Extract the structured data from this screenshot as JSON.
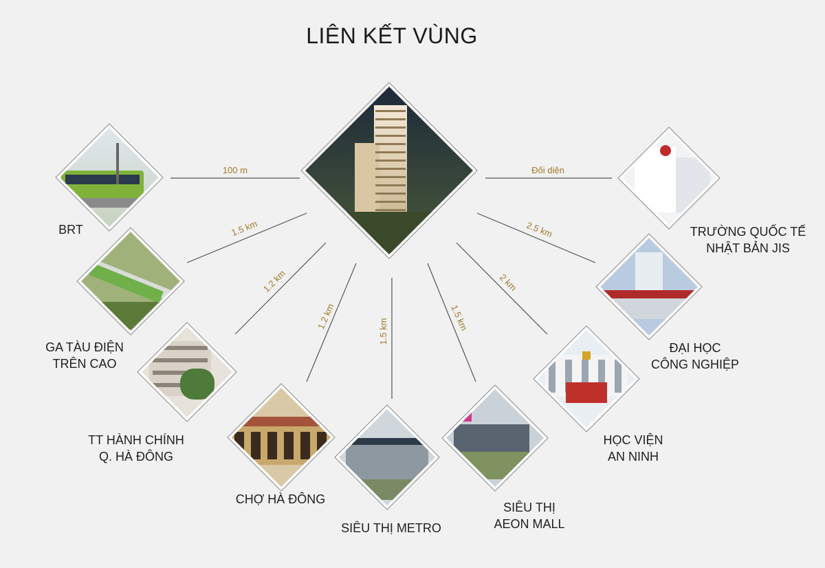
{
  "title": "LIÊN KẾT VÙNG",
  "colors": {
    "line": "#555555",
    "distance_text": "#a07a2c",
    "frame": "#ffffff"
  },
  "center": {
    "name": "project-tower",
    "icon": "tower-icon"
  },
  "places": [
    {
      "id": "brt",
      "lines": [
        "BRT"
      ],
      "distance": "100 m",
      "icon": "bus-icon"
    },
    {
      "id": "ga-tau-dien",
      "lines": [
        "GA TÀU ĐIỆN",
        "TRÊN CAO"
      ],
      "distance": "1.5 km",
      "icon": "train-icon"
    },
    {
      "id": "tt-hanh-chinh",
      "lines": [
        "TT HÀNH CHÍNH",
        "Q. HÀ ĐÔNG"
      ],
      "distance": "1.2 km",
      "icon": "building-icon"
    },
    {
      "id": "cho-ha-dong",
      "lines": [
        "CHỢ HÀ ĐÔNG"
      ],
      "distance": "1.2 km",
      "icon": "market-icon"
    },
    {
      "id": "sieu-thi-metro",
      "lines": [
        "SIÊU THỊ METRO"
      ],
      "distance": "1.5 km",
      "icon": "supermarket-icon"
    },
    {
      "id": "aeon-mall",
      "lines": [
        "SIÊU THỊ",
        "AEON MALL"
      ],
      "distance": "1.5 km",
      "icon": "mall-icon"
    },
    {
      "id": "hoc-vien-an-ninh",
      "lines": [
        "HỌC VIỆN",
        "AN NINH"
      ],
      "distance": "2 km",
      "icon": "academy-icon"
    },
    {
      "id": "dai-hoc-cong-nghiep",
      "lines": [
        "ĐẠI HỌC",
        "CÔNG NGHIỆP"
      ],
      "distance": "2.5 km",
      "icon": "university-icon"
    },
    {
      "id": "truong-jis",
      "lines": [
        "TRƯỜNG QUỐC TẾ",
        "NHẬT BẢN JIS"
      ],
      "distance": "Đối diện",
      "icon": "school-icon"
    }
  ]
}
